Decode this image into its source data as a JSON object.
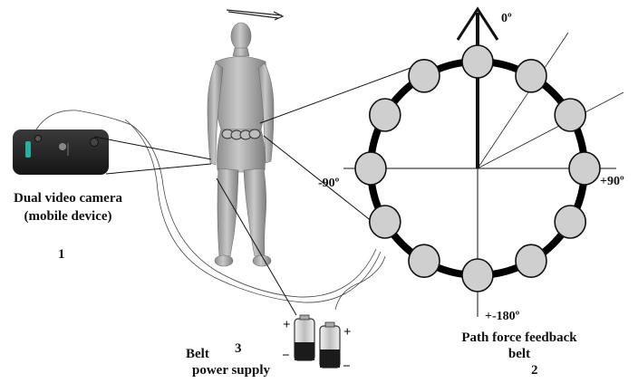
{
  "camera": {
    "title_line1": "Dual video camera",
    "title_line2": "(mobile device)",
    "number": "1"
  },
  "belt": {
    "title_line1": "Path force feedback",
    "title_line2": "belt",
    "number": "2",
    "angle_top": "0º",
    "angle_left": "-90º",
    "angle_right": "+90º",
    "angle_bottom": "+-180º",
    "motor_count": 12
  },
  "power": {
    "title_line1": "Belt",
    "number": "3",
    "title_line2": "power supply",
    "plus": "+",
    "minus": "−"
  },
  "colors": {
    "motor_fill": "#cfcfcf",
    "belt_ring": "#000000",
    "body": "#a8a8a8",
    "camera": "#2b2b2b",
    "camera_led": "#27b0a0"
  }
}
